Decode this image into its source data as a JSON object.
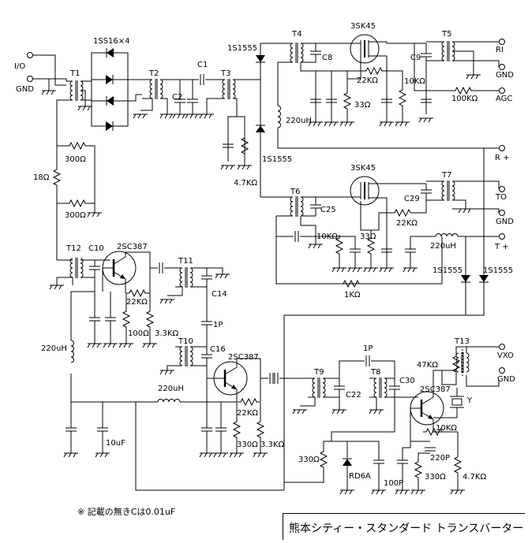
{
  "terminals": {
    "io": "I/O",
    "gnd_left": "GND",
    "ri": "RI",
    "gnd_rx": "GND",
    "agc": "AGC",
    "r_plus": "R +",
    "to": "TO",
    "gnd_tx": "GND",
    "t_plus": "T +",
    "vxo": "VXO",
    "gnd_vxo": "GND"
  },
  "transformers": {
    "t1": "T1",
    "t2": "T2",
    "t3": "T3",
    "t4": "T4",
    "t5": "T5",
    "t6": "T6",
    "t7": "T7",
    "t8": "T8",
    "t9": "T9",
    "t10": "T10",
    "t11": "T11",
    "t12": "T12",
    "t13": "T13"
  },
  "semiconductors": {
    "mixer_diodes": "1SS16×4",
    "d_rx_top": "1S1555",
    "d_rx_bottom": "1S1555",
    "d_tx_left": "1S1555",
    "d_tx_right": "1S1555",
    "fet_rx": "3SK45",
    "fet_tx": "3SK45",
    "q_t12": "2SC387",
    "q_t10": "2SC387",
    "q_vxo": "2SC387",
    "zener": "RD6A"
  },
  "capacitors": {
    "c1": "C1",
    "c2": "C2",
    "c8": "C8",
    "c9": "C9",
    "c25": "C25",
    "c29": "C29",
    "c10": "C10",
    "c14": "C14",
    "c16": "C16",
    "c22": "C22",
    "c30": "C30",
    "cap_1p_a": "1P",
    "cap_1p_b": "1P",
    "cap_10uf": "10uF",
    "cap_220p": "220P",
    "cap_100p": "100P"
  },
  "resistors": {
    "r_300_a": "300Ω",
    "r_300_b": "300Ω",
    "r_18": "18Ω",
    "r_4k7_t3": "4.7KΩ",
    "r_22k_rx": "22KΩ",
    "r_33_rx": "33Ω",
    "r_10k_rx": "10KΩ",
    "r_100k": "100KΩ",
    "r_10k_tx": "10KΩ",
    "r_33_tx": "33Ω",
    "r_22k_tx": "22KΩ",
    "r_1k": "1KΩ",
    "r_22k_q1": "22KΩ",
    "r_100_q1": "100Ω",
    "r_3k3_q1": "3.3KΩ",
    "r_22k_q2": "22KΩ",
    "r_330_q2": "330Ω",
    "r_3k3_q2": "3.3KΩ",
    "r_330_zener": "330Ω",
    "r_47k": "47KΩ",
    "r_10k_vxo": "10KΩ",
    "r_330_vxo": "330Ω",
    "r_4k7_vxo": "4.7KΩ"
  },
  "inductors": {
    "l_220uh_rx": "220uH",
    "l_220uh_tx": "220uH",
    "l_220uh_left": "220uH",
    "l_220uh_mid": "220uH"
  },
  "crystal": "Y",
  "note": "※ 記載の無きCは0.01uF",
  "title": "熊本シティー・スタンダード トランスバーター"
}
